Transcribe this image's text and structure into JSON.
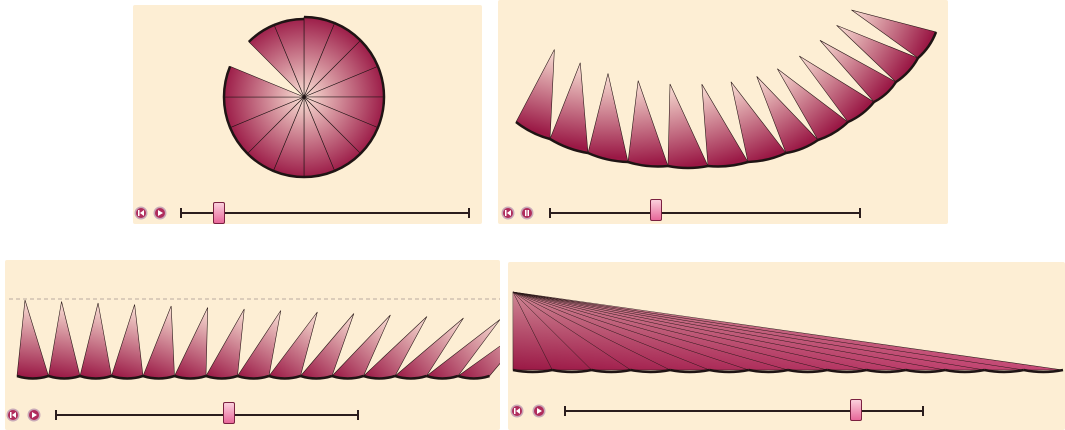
{
  "colors": {
    "background": "#fdeed4",
    "wedge_dark": "#9a1845",
    "wedge_light": "#fbe2d6",
    "edge": "#1f1414",
    "thumb_light": "#fbd0dc",
    "thumb_dark": "#e8689a",
    "button_ring": "#c9a9b7",
    "button_fill": "#b02c5c"
  },
  "panels": [
    {
      "id": "panel-circle",
      "state": "circle",
      "controls": {
        "reset_icon": "reset-icon",
        "play_icon": "play-icon",
        "slider_value": 0.12
      }
    },
    {
      "id": "panel-arc",
      "state": "arc",
      "controls": {
        "reset_icon": "reset-icon",
        "play_icon": "pause-icon",
        "slider_value": 0.35
      }
    },
    {
      "id": "panel-straight",
      "state": "straight",
      "controls": {
        "reset_icon": "reset-icon",
        "play_icon": "play-icon",
        "slider_value": 0.57
      }
    },
    {
      "id": "panel-triangle",
      "state": "triangle",
      "controls": {
        "reset_icon": "reset-icon",
        "play_icon": "play-icon",
        "slider_value": 0.82
      }
    }
  ]
}
